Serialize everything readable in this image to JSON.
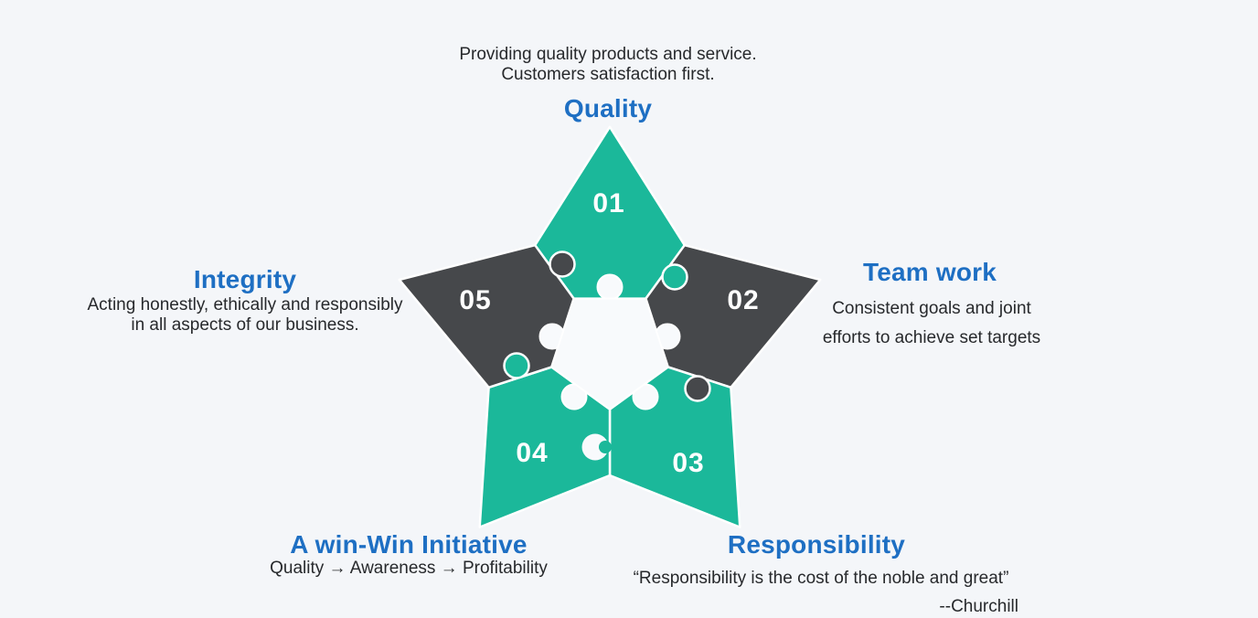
{
  "colors": {
    "background": "#F4F6F9",
    "teal": "#1BB89A",
    "dark": "#46484B",
    "heading_blue": "#1E6FC3",
    "body_text": "#27292C",
    "number_text": "#FFFFFF",
    "center_white": "#F8FAFC",
    "outline_white": "#FFFFFF"
  },
  "diagram": {
    "type": "puzzle-star",
    "piece_count": 5
  },
  "segments": [
    {
      "id": "quality",
      "number": "01",
      "title": "Quality",
      "lines": [
        "Providing quality products and service.",
        "Customers satisfaction first."
      ]
    },
    {
      "id": "teamwork",
      "number": "02",
      "title": "Team work",
      "lines": [
        "Consistent goals and joint",
        "efforts to achieve set targets"
      ]
    },
    {
      "id": "responsibility",
      "number": "03",
      "title": "Responsibility",
      "lines": [
        "“Responsibility is the cost of the noble and great”",
        "--Churchill"
      ]
    },
    {
      "id": "winwin",
      "number": "04",
      "title": "A win-Win Initiative",
      "lines": [
        "Quality → Awareness → Profitability"
      ]
    },
    {
      "id": "integrity",
      "number": "05",
      "title": "Integrity",
      "lines": [
        "Acting honestly, ethically and responsibly",
        "in all aspects of our business."
      ]
    }
  ]
}
